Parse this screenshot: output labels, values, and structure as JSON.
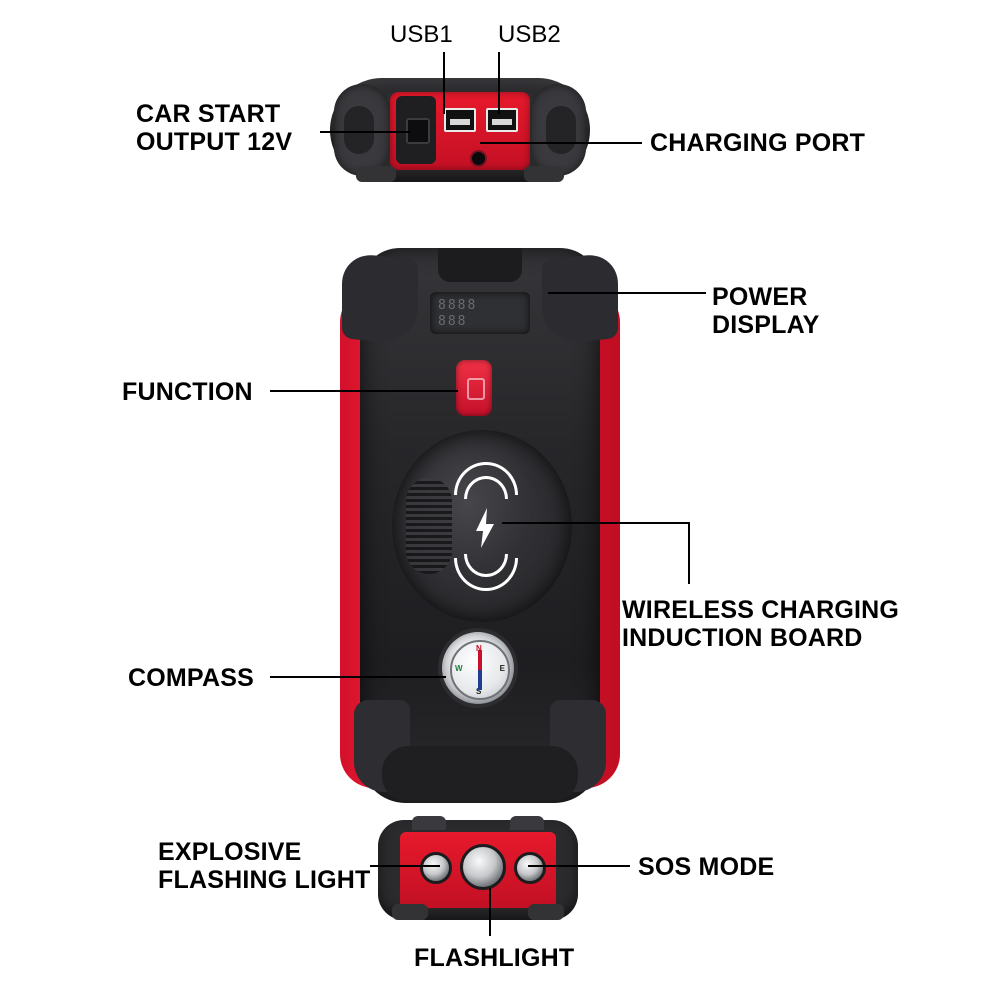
{
  "diagram": {
    "title": "Car Jump Starter Feature Callout Diagram",
    "background_color": "#ffffff",
    "accent_color": "#e8192c",
    "body_color": "#2b2b2e"
  },
  "labels": {
    "usb1": "USB1",
    "usb2": "USB2",
    "car_start_output_line1": "CAR START",
    "car_start_output_line2": "OUTPUT 12V",
    "charging_port": "CHARGING PORT",
    "power_display_line1": "POWER",
    "power_display_line2": "DISPLAY",
    "function": "FUNCTION",
    "wireless_line1": "WIRELESS CHARGING",
    "wireless_line2": "INDUCTION BOARD",
    "compass": "COMPASS",
    "explosive_line1": "EXPLOSIVE",
    "explosive_line2": "FLASHING LIGHT",
    "sos_mode": "SOS MODE",
    "flashlight": "FLASHLIGHT"
  },
  "display": {
    "line1": "8888",
    "line2": "888"
  },
  "compass": {
    "north": "N",
    "south": "S",
    "east": "E",
    "west": "W"
  }
}
